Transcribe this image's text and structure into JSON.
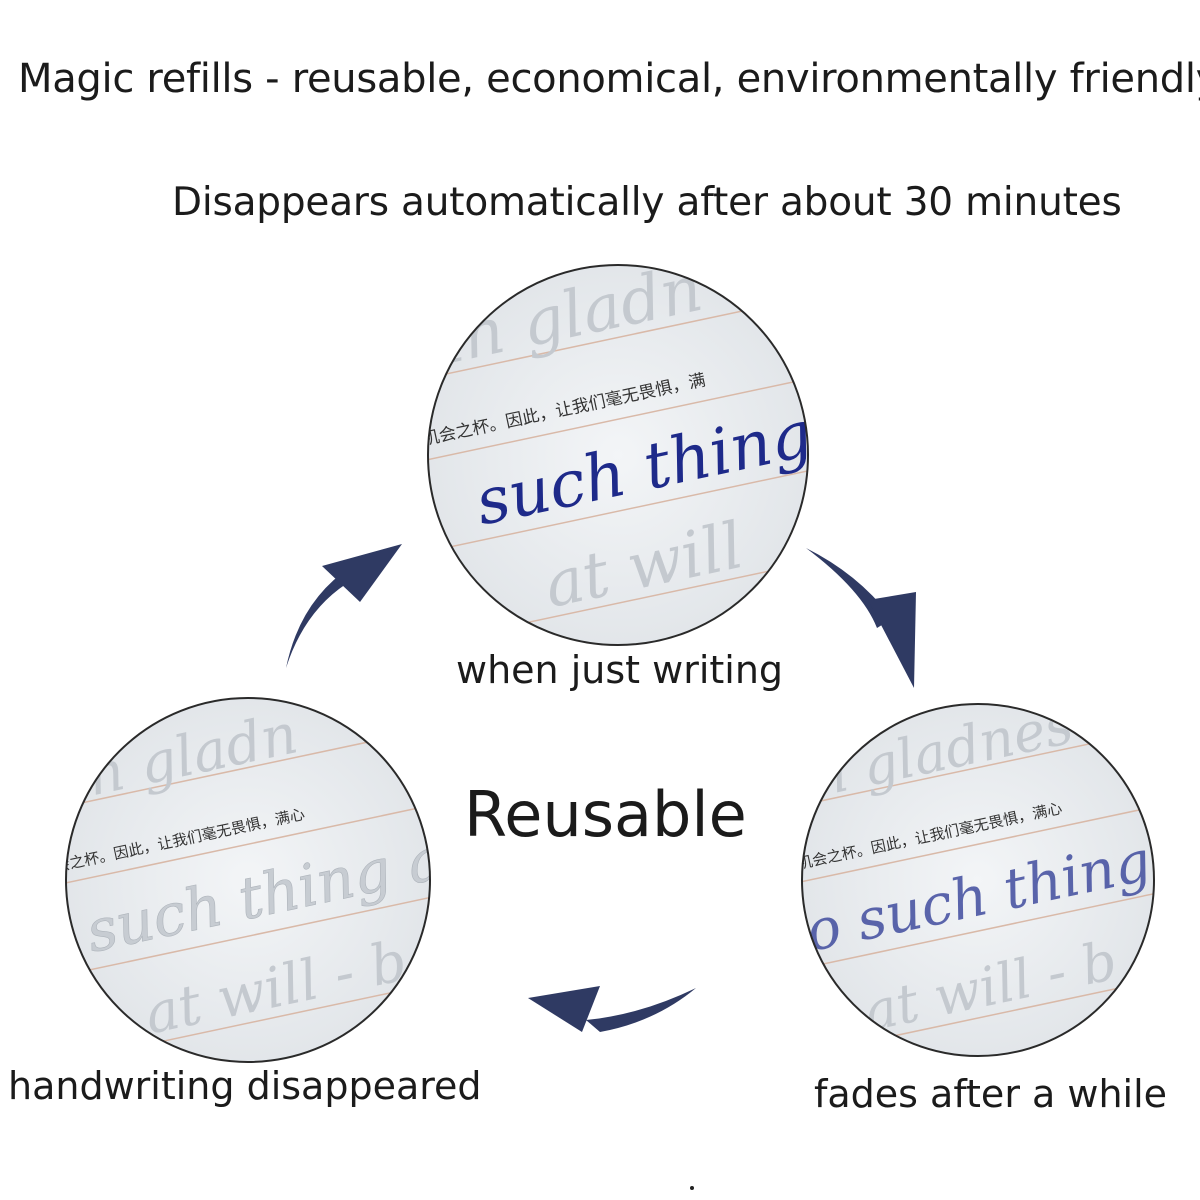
{
  "header": {
    "headline": "Magic refills - reusable, economical, environmentally friendly",
    "subline": "Disappears automatically after about 30 minutes"
  },
  "center": {
    "word": "Reusable"
  },
  "stages": [
    {
      "id": "top",
      "caption": "when just writing",
      "sample": {
        "line1": "in gladn",
        "chinese": "机会之杯。因此，让我们毫无畏惧，满",
        "main": "such thing",
        "line3": "at will"
      },
      "ink_visibility": 1.0
    },
    {
      "id": "right",
      "caption": "fades after a while",
      "sample": {
        "line1": "in gladnes",
        "chinese": "是机会之杯。因此，让我们毫无畏惧，满心",
        "main": "o such thing a",
        "line3": "at will - b"
      },
      "ink_visibility": 0.6
    },
    {
      "id": "left",
      "caption": "handwriting disappeared",
      "sample": {
        "line1": "in gladn",
        "chinese": "会之杯。因此，让我们毫无畏惧，满心",
        "main": "such thing a",
        "line3": "at will - b"
      },
      "ink_visibility": 0.0
    }
  ],
  "colors": {
    "arrow": "#2f3a63",
    "ink": "#1e2a8a",
    "paper": "#eceff2",
    "embossed": "#b9bfc6"
  }
}
